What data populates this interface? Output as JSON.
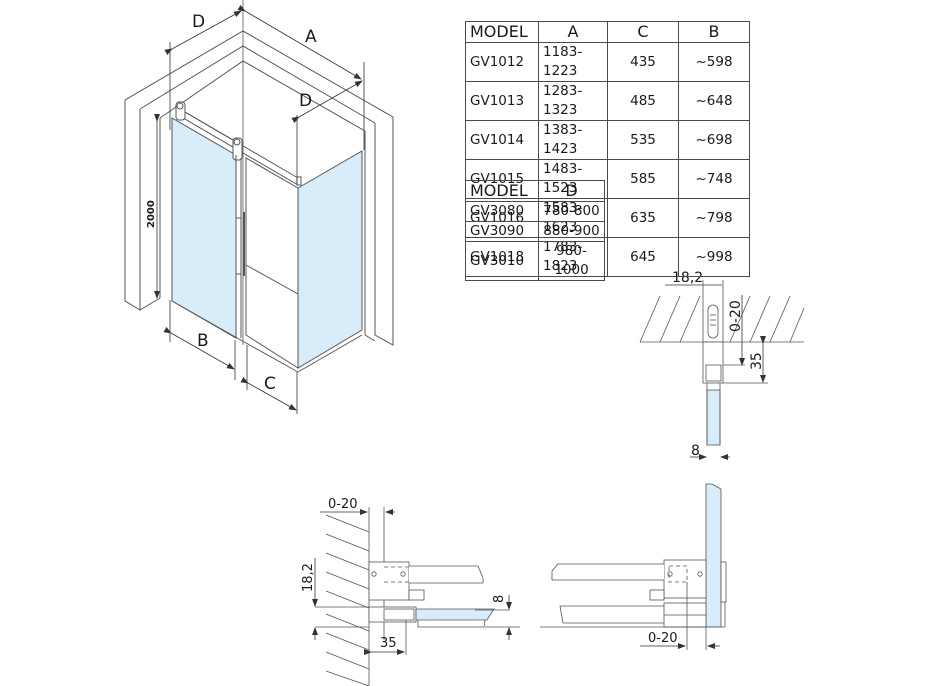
{
  "diagram": {
    "title": "Sliding shower door corner enclosure dimensions",
    "iso_view": {
      "dimension_labels": {
        "top_left_depth": "D",
        "top_width": "A",
        "right_depth": "D",
        "height": "2000",
        "door_width": "B",
        "fixed_panel_width": "C"
      }
    },
    "wall_profile_detail": {
      "labels": {
        "profile_width": "18,2",
        "adjust_range": "0-20",
        "profile_depth": "35",
        "glass_thickness": "8"
      }
    },
    "bottom_left_detail": {
      "labels": {
        "adjust_range": "0-20",
        "profile_width": "18,2",
        "glass_thickness": "8",
        "profile_depth": "35"
      }
    },
    "bottom_right_detail": {
      "labels": {
        "adjust_range": "0-20"
      }
    },
    "colors": {
      "glass": "#d9ecfa",
      "line": "#4a4a4a",
      "wall": "#ffffff"
    }
  },
  "table_a": {
    "headers": [
      "MODEL",
      "A",
      "C",
      "B"
    ],
    "rows": [
      [
        "GV1012",
        "1183-1223",
        "435",
        "~598"
      ],
      [
        "GV1013",
        "1283-1323",
        "485",
        "~648"
      ],
      [
        "GV1014",
        "1383-1423",
        "535",
        "~698"
      ],
      [
        "GV1015",
        "1483-1523",
        "585",
        "~748"
      ],
      [
        "GV1016",
        "1583-1623",
        "635",
        "~798"
      ],
      [
        "GV1018",
        "1783-1823",
        "645",
        "~998"
      ]
    ]
  },
  "table_d": {
    "headers": [
      "MODEL",
      "D"
    ],
    "rows": [
      [
        "GV3080",
        "780-800"
      ],
      [
        "GV3090",
        "880-900"
      ],
      [
        "GV3010",
        "980-1000"
      ]
    ]
  }
}
